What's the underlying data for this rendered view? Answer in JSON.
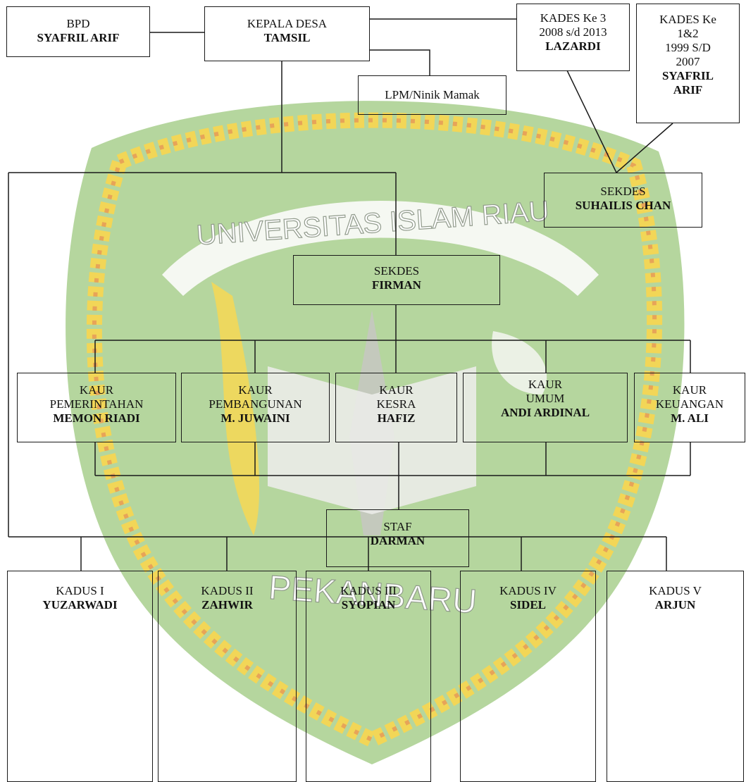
{
  "watermark": {
    "top_text": "UNIVERSITAS ISLAM RIAU",
    "bottom_text": "PEKANBARU"
  },
  "colors": {
    "shield_green": "#9fc77f",
    "rope_yellow": "#f3d23a",
    "rope_orange": "#e79a3c",
    "line": "#1a1a1a"
  },
  "nodes": {
    "bpd": {
      "title": "BPD",
      "name": "SYAFRIL ARIF"
    },
    "kepala_desa": {
      "title": "KEPALA DESA",
      "name": "TAMSIL"
    },
    "lpm": {
      "title": "LPM/Ninik Mamak"
    },
    "kades3": {
      "l1": "KADES Ke 3",
      "l2": "2008 s/d 2013",
      "name": "LAZARDI"
    },
    "kades12": {
      "l1": "KADES Ke",
      "l2": "1&2",
      "l3": "1999 S/D",
      "l4": "2007",
      "name1": "SYAFRIL",
      "name2": "ARIF"
    },
    "sekdes_suhailis": {
      "title": "SEKDES",
      "name": "SUHAILIS CHAN"
    },
    "sekdes_firman": {
      "title": "SEKDES",
      "name": "FIRMAN"
    },
    "kaur_pemerintahan": {
      "l1": "KAUR",
      "l2": "PEMERINTAHAN",
      "name": "MEMON RIADI"
    },
    "kaur_pembangunan": {
      "l1": "KAUR",
      "l2": "PEMBANGUNAN",
      "name": "M. JUWAINI"
    },
    "kaur_kesra": {
      "l1": "KAUR",
      "l2": "KESRA",
      "name": "HAFIZ"
    },
    "kaur_umum": {
      "l1": "KAUR",
      "l2": "UMUM",
      "name": "ANDI ARDINAL"
    },
    "kaur_keuangan": {
      "l1": "KAUR",
      "l2": "KEUANGAN",
      "name": "M. ALI"
    },
    "staf": {
      "title": "STAF",
      "name": "DARMAN"
    },
    "kadus1": {
      "title": "KADUS I",
      "name": "YUZARWADI"
    },
    "kadus2": {
      "title": "KADUS II",
      "name": "ZAHWIR"
    },
    "kadus3": {
      "title": "KADUS III",
      "name": "SYOPIAN"
    },
    "kadus4": {
      "title": "KADUS IV",
      "name": "SIDEL"
    },
    "kadus5": {
      "title": "KADUS V",
      "name": "ARJUN"
    }
  }
}
